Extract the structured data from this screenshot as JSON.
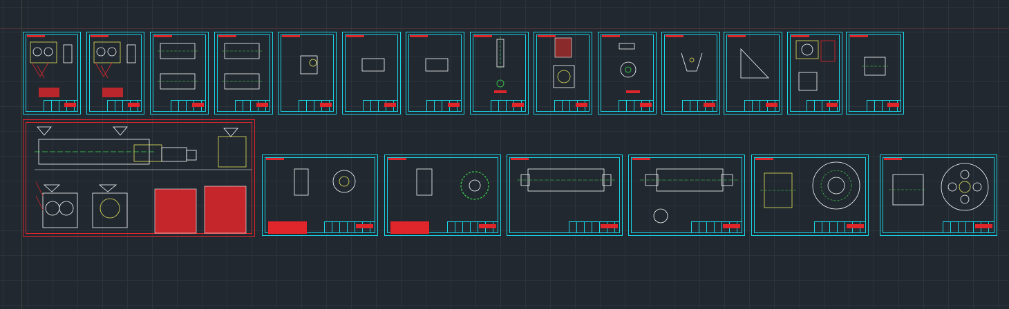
{
  "workspace": {
    "background": "#212830",
    "grid_color": "#2b333c",
    "frame_color": "#19d6e6",
    "selected_color": "#e0262b",
    "annotation_color": "#e0262b",
    "centerline_color": "#3ddc4a"
  },
  "drawing_sheets_row1": [
    {
      "kind": "assembly-view"
    },
    {
      "kind": "assembly-view"
    },
    {
      "kind": "roller-pair"
    },
    {
      "kind": "roller-pair"
    },
    {
      "kind": "bracket-part"
    },
    {
      "kind": "plate-part"
    },
    {
      "kind": "plate-part"
    },
    {
      "kind": "shaft-vertical"
    },
    {
      "kind": "spring-part"
    },
    {
      "kind": "gear-part"
    },
    {
      "kind": "bracket-part"
    },
    {
      "kind": "wedge-part"
    },
    {
      "kind": "housing-part"
    },
    {
      "kind": "block-part"
    }
  ],
  "drawing_sheets_row2": [
    {
      "kind": "general-assembly",
      "selected": true
    },
    {
      "kind": "gear-detail"
    },
    {
      "kind": "gear-detail"
    },
    {
      "kind": "roller-shaft"
    },
    {
      "kind": "roller-shaft"
    },
    {
      "kind": "flange-detail"
    },
    {
      "kind": "flange-detail"
    }
  ]
}
